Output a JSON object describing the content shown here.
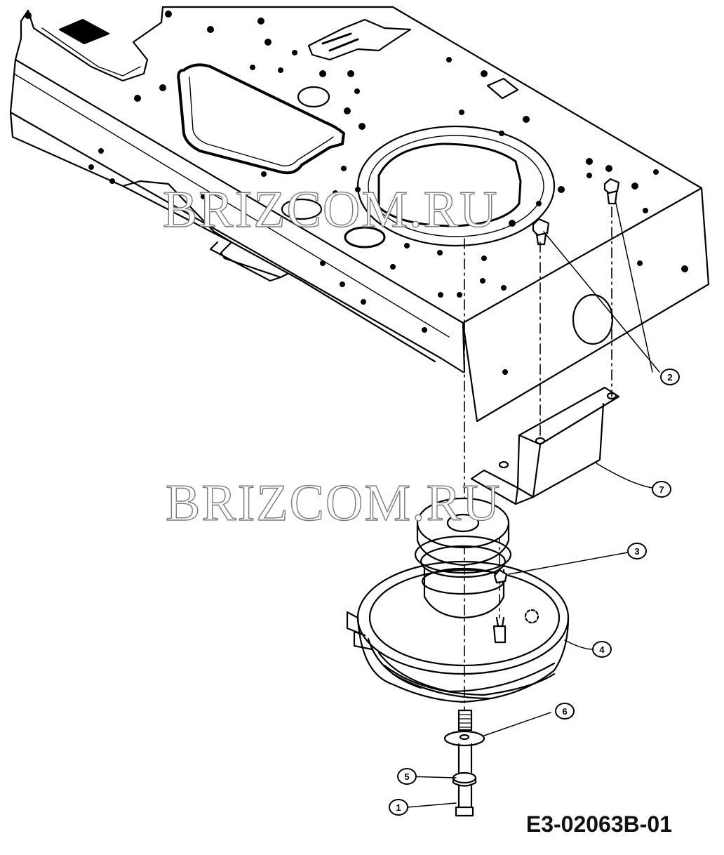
{
  "watermark": {
    "text": "BRIZCOM.RU"
  },
  "diagram_code": "E3-02063B-01",
  "callouts": [
    {
      "id": "c2",
      "label": "2"
    },
    {
      "id": "c7",
      "label": "7"
    },
    {
      "id": "c3",
      "label": "3"
    },
    {
      "id": "c4",
      "label": "4"
    },
    {
      "id": "c6",
      "label": "6"
    },
    {
      "id": "c5",
      "label": "5"
    },
    {
      "id": "c1",
      "label": "1"
    }
  ]
}
